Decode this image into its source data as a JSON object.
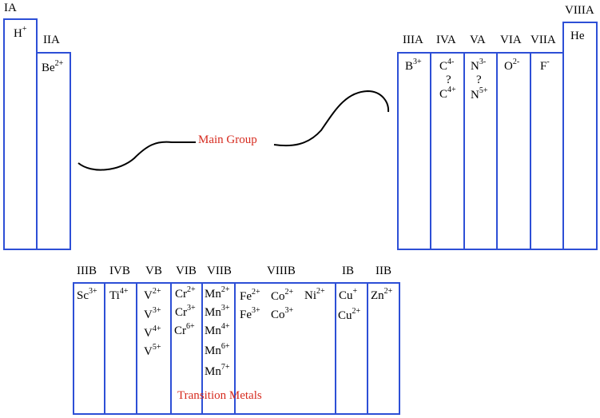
{
  "main_group": {
    "label": "Main Group",
    "headers": {
      "ia": "IA",
      "iia": "IIA",
      "iiia": "IIIA",
      "iva": "IVA",
      "va": "VA",
      "via": "VIA",
      "viia": "VIIA",
      "viiia": "VIIIA"
    },
    "ions": {
      "h": {
        "sym": "H",
        "chg": "+"
      },
      "be": {
        "sym": "Be",
        "chg": "2+"
      },
      "b": {
        "sym": "B",
        "chg": "3+"
      },
      "c_neg": {
        "sym": "C",
        "chg": "4-"
      },
      "c_q": "?",
      "c_pos": {
        "sym": "C",
        "chg": "4+"
      },
      "n_neg": {
        "sym": "N",
        "chg": "3-"
      },
      "n_q": "?",
      "n_pos": {
        "sym": "N",
        "chg": "5+"
      },
      "o": {
        "sym": "O",
        "chg": "2-"
      },
      "f": {
        "sym": "F",
        "chg": "-"
      },
      "he": {
        "sym": "He"
      }
    }
  },
  "transition": {
    "label": "Transition Metals",
    "headers": {
      "iiib": "IIIB",
      "ivb": "IVB",
      "vb": "VB",
      "vib": "VIB",
      "viib": "VIIB",
      "viiib": "VIIIB",
      "ib": "IB",
      "iib": "IIB"
    },
    "ions": {
      "sc": {
        "sym": "Sc",
        "chg": "3+"
      },
      "ti": {
        "sym": "Ti",
        "chg": "4+"
      },
      "v2": {
        "sym": "V",
        "chg": "2+"
      },
      "v3": {
        "sym": "V",
        "chg": "3+"
      },
      "v4": {
        "sym": "V",
        "chg": "4+"
      },
      "v5": {
        "sym": "V",
        "chg": "5+"
      },
      "cr2": {
        "sym": "Cr",
        "chg": "2+"
      },
      "cr3": {
        "sym": "Cr",
        "chg": "3+"
      },
      "cr6": {
        "sym": "Cr",
        "chg": "6+"
      },
      "mn2": {
        "sym": "Mn",
        "chg": "2+"
      },
      "mn3": {
        "sym": "Mn",
        "chg": "3+"
      },
      "mn4": {
        "sym": "Mn",
        "chg": "4+"
      },
      "mn6": {
        "sym": "Mn",
        "chg": "6+"
      },
      "mn7": {
        "sym": "Mn",
        "chg": "7+"
      },
      "fe2": {
        "sym": "Fe",
        "chg": "2+"
      },
      "fe3": {
        "sym": "Fe",
        "chg": "3+"
      },
      "co2": {
        "sym": "Co",
        "chg": "2+"
      },
      "co3": {
        "sym": "Co",
        "chg": "3+"
      },
      "ni2": {
        "sym": "Ni",
        "chg": "2+"
      },
      "cu1": {
        "sym": "Cu",
        "chg": "+"
      },
      "cu2": {
        "sym": "Cu",
        "chg": "2+"
      },
      "zn": {
        "sym": "Zn",
        "chg": "2+"
      }
    }
  },
  "colors": {
    "box_border": "#2d4fd6",
    "label_red": "#d62b1f",
    "curve": "#000000"
  }
}
